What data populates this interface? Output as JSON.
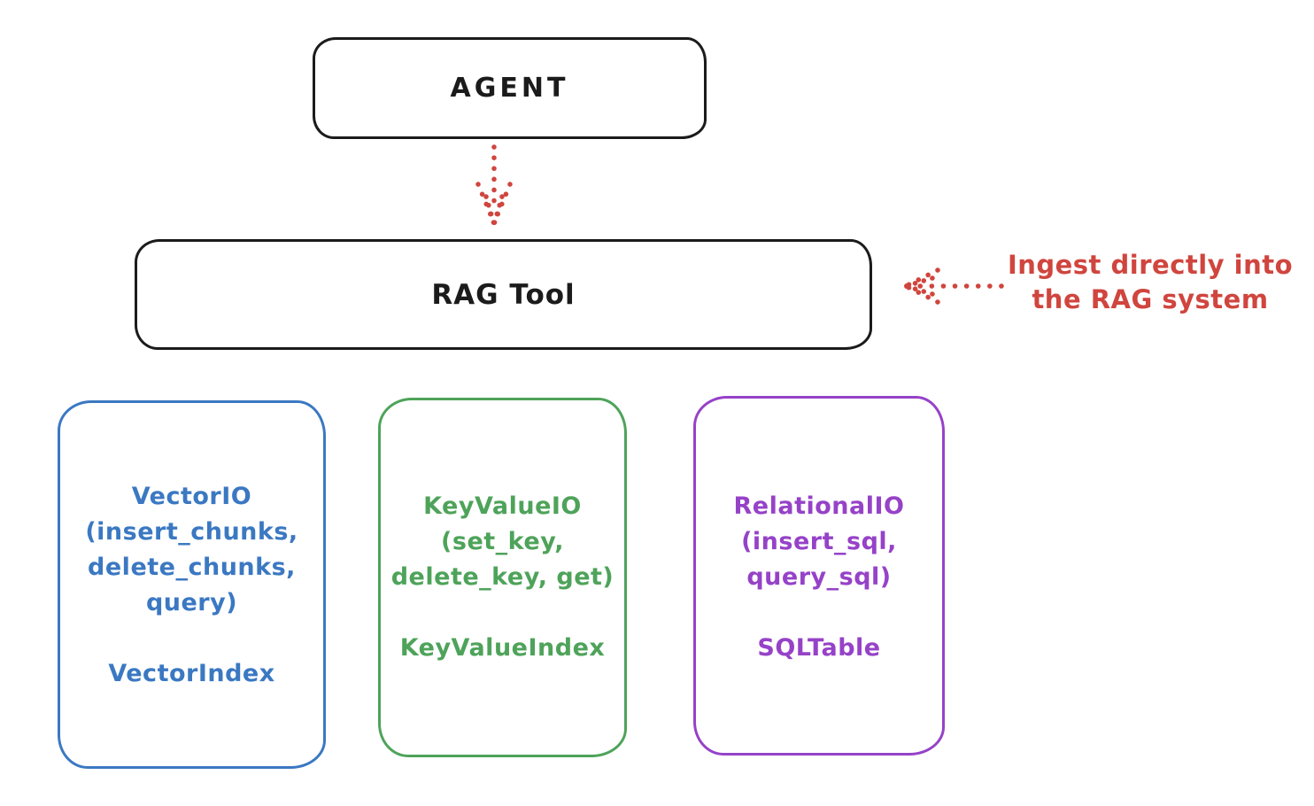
{
  "agent_box": {
    "label": "AGENT"
  },
  "rag_tool_box": {
    "label": "RAG Tool"
  },
  "ingest_annotation": {
    "line1": "Ingest directly into",
    "line2": "the RAG system",
    "color": "#d0453e"
  },
  "arrows": {
    "agent_to_rag_tool": {
      "style": "dotted",
      "direction": "down",
      "color": "#d0453e"
    },
    "annotation_to_rag_tool": {
      "style": "dotted",
      "direction": "left",
      "color": "#d0453e"
    }
  },
  "storage_boxes": [
    {
      "name": "VectorIO",
      "color": "#3b78c2",
      "lines": [
        "VectorIO",
        "(insert_chunks,",
        "delete_chunks,",
        "query)"
      ],
      "index_label": "VectorIndex"
    },
    {
      "name": "KeyValueIO",
      "color": "#4ea35a",
      "lines": [
        "KeyValueIO",
        "(set_key,",
        "delete_key, get)"
      ],
      "index_label": "KeyValueIndex"
    },
    {
      "name": "RelationalIO",
      "color": "#9642c8",
      "lines": [
        "RelationalIO",
        "(insert_sql,",
        "query_sql)"
      ],
      "index_label": "SQLTable"
    }
  ]
}
